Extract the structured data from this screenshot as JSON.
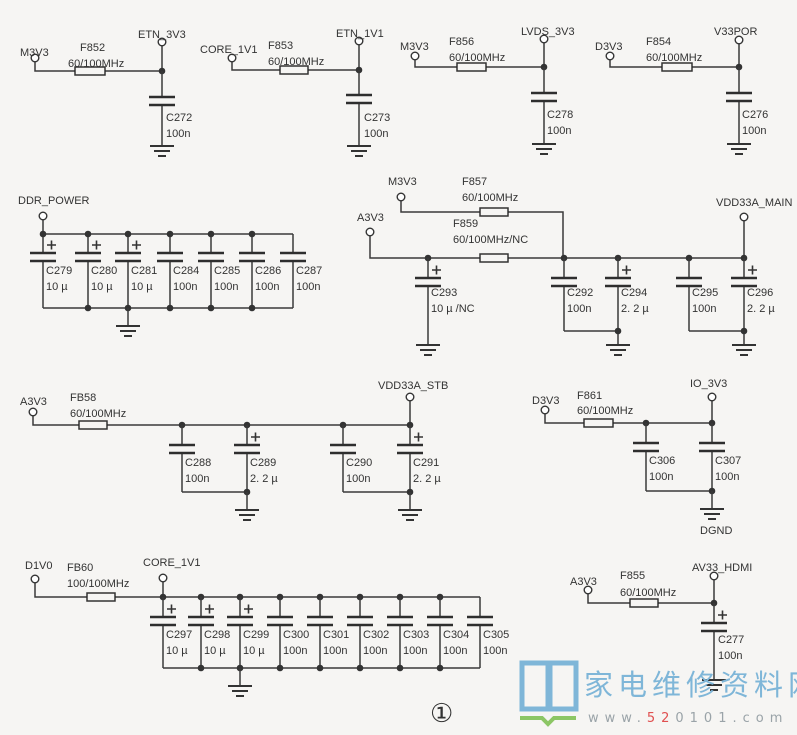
{
  "simple_circuits": [
    {
      "input": "M3V3",
      "fuse": {
        "ref": "F852",
        "value": "60/100MHz"
      },
      "output": "ETN_3V3",
      "cap": {
        "ref": "C272",
        "value": "100n"
      }
    },
    {
      "input": "CORE_1V1",
      "fuse": {
        "ref": "F853",
        "value": "60/100MHz"
      },
      "output": "ETN_1V1",
      "cap": {
        "ref": "C273",
        "value": "100n"
      }
    },
    {
      "input": "M3V3",
      "fuse": {
        "ref": "F856",
        "value": "60/100MHz"
      },
      "output": "LVDS_3V3",
      "cap": {
        "ref": "C278",
        "value": "100n"
      }
    },
    {
      "input": "D3V3",
      "fuse": {
        "ref": "F854",
        "value": "60/100MHz"
      },
      "output": "V33POR",
      "cap": {
        "ref": "C276",
        "value": "100n"
      }
    },
    {
      "input": "A3V3",
      "fuse": {
        "ref": "F855",
        "value": "60/100MHz"
      },
      "output": "AV33_HDMI",
      "cap": {
        "ref": "C277",
        "value": "100n"
      }
    }
  ],
  "ddr_block": {
    "net": "DDR_POWER",
    "caps": [
      {
        "ref": "C279",
        "value": "10 µ"
      },
      {
        "ref": "C280",
        "value": "10 µ"
      },
      {
        "ref": "C281",
        "value": "10 µ"
      },
      {
        "ref": "C284",
        "value": "100n"
      },
      {
        "ref": "C285",
        "value": "100n"
      },
      {
        "ref": "C286",
        "value": "100n"
      },
      {
        "ref": "C287",
        "value": "100n"
      }
    ]
  },
  "main_block": {
    "input1": "M3V3",
    "fuse1": {
      "ref": "F857",
      "value": "60/100MHz"
    },
    "input2": "A3V3",
    "fuse2": {
      "ref": "F859",
      "value": "60/100MHz/NC"
    },
    "output": "VDD33A_MAIN",
    "caps": [
      {
        "ref": "C293",
        "value": "10 µ /NC"
      },
      {
        "ref": "C292",
        "value": "100n"
      },
      {
        "ref": "C294",
        "value": "2. 2 µ"
      },
      {
        "ref": "C295",
        "value": "100n"
      },
      {
        "ref": "C296",
        "value": "2. 2 µ"
      }
    ]
  },
  "stb_block": {
    "input": "A3V3",
    "fuse": {
      "ref": "FB58",
      "value": "60/100MHz"
    },
    "output": "VDD33A_STB",
    "caps": [
      {
        "ref": "C288",
        "value": "100n"
      },
      {
        "ref": "C289",
        "value": "2. 2 µ"
      },
      {
        "ref": "C290",
        "value": "100n"
      },
      {
        "ref": "C291",
        "value": "2. 2 µ"
      }
    ]
  },
  "io_block": {
    "input": "D3V3",
    "fuse": {
      "ref": "F861",
      "value": "60/100MHz"
    },
    "output": "IO_3V3",
    "ground": "DGND",
    "caps": [
      {
        "ref": "C306",
        "value": "100n"
      },
      {
        "ref": "C307",
        "value": "100n"
      }
    ]
  },
  "core_block": {
    "input": "D1V0",
    "fuse": {
      "ref": "FB60",
      "value": "100/100MHz"
    },
    "output": "CORE_1V1",
    "caps": [
      {
        "ref": "C297",
        "value": "10 µ"
      },
      {
        "ref": "C298",
        "value": "10 µ"
      },
      {
        "ref": "C299",
        "value": "10 µ"
      },
      {
        "ref": "C300",
        "value": "100n"
      },
      {
        "ref": "C301",
        "value": "100n"
      },
      {
        "ref": "C302",
        "value": "100n"
      },
      {
        "ref": "C303",
        "value": "100n"
      },
      {
        "ref": "C304",
        "value": "100n"
      },
      {
        "ref": "C305",
        "value": "100n"
      }
    ]
  },
  "figure_label": "①",
  "logo": {
    "name": "家电维修资料网",
    "url_prefix": "www.",
    "url_highlight": "52",
    "url_suffix": "0101.com"
  },
  "colors": {
    "wire": "#3a3a3a",
    "logo_blue": "#7fb6d8",
    "logo_red": "#e05050",
    "logo_green": "#8cc665"
  }
}
